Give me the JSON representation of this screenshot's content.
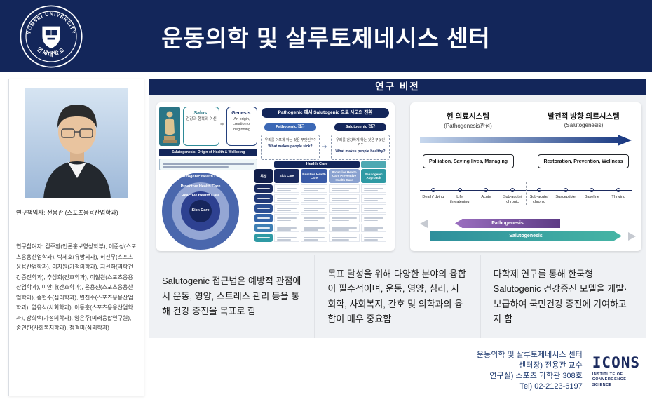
{
  "header": {
    "title": "운동의학 및 살루토제네시스 센터",
    "logo_top": "YONSEI UNIVERSITY",
    "logo_bottom": "연세대학교"
  },
  "sidebar": {
    "pi": "연구책임자: 전용관 (스포츠응용산업학과)",
    "participants": "연구참여자: 김주환(언론홍보영상학부), 이준성(스포츠응용산업학과), 박세호(유방외과), 허진무(스포츠응용산업학과), 이지원(가정의학과), 지선하(역학건강증진학과), 추상희(간호학과), 이철원(스포츠응용산업학과), 이안나(간호학과), 윤용진(스포츠응용산업학과), 송현주(심리학과), 변진수(스포츠응용산업학과), 염유식(사회학과), 이동훈(스포츠응용산업학과), 강희택(가정의학과), 양은주(미래융합연구원), 송인한(사회복지학과), 정경미(심리학과)"
  },
  "vision": {
    "title": "연구 비전"
  },
  "icons": {
    "plus": "+",
    "arrow_right": "➔"
  },
  "figure_left": {
    "salus_title": "Salus:",
    "salus_sub": "건강과 행복의 여신",
    "genesis_title": "Genesis:",
    "genesis_sub": "An origin, creation or beginning",
    "banner": "Salutogenesis: Origin of Health & Wellbeing",
    "shift_title": "Pathogenic 에서 Salutogenic 으로 사고의 전환",
    "pathogenic_label": "Pathogenic 접근",
    "salutogenic_label": "Salutogenic 접근",
    "pathogenic_q_ko": "우리를 아프게 하는 것은 무엇인가?",
    "pathogenic_q_en": "What makes people sick?",
    "salutogenic_q_ko": "우리를 건강하게 하는 것은 무엇인가?",
    "salutogenic_q_en": "What makes people healthy?",
    "circles": [
      "Salutogenic Health Care",
      "Proactive Health Care",
      "Reactive Health Care",
      "Sick Care"
    ],
    "table": {
      "supercol": "Health Care",
      "row_head": "특징",
      "columns": [
        "Sick Care",
        "Reactive Health Care",
        "Proactive Health Care Preventive Health Care",
        "Salutogenic Approach"
      ]
    }
  },
  "figure_right": {
    "left_title": "현 의료시스템",
    "left_sub": "(Pathogenesis관점)",
    "right_title": "발전적 방향 의료시스템",
    "right_sub": "(Salutogenesis)",
    "left_box": "Palliation, Saving lives, Managing",
    "right_box": "Restoration, Prevention, Wellness",
    "timeline": [
      "Death/ dying",
      "Life threatening",
      "Acute",
      "Sub-acute/ chronic",
      "Sub-acute/ chronic",
      "Susceptible",
      "Baseline",
      "Thriving"
    ],
    "bar_pathogenesis": "Pathogenesis",
    "bar_salutogenesis": "Salutogenesis"
  },
  "points": [
    "Salutogenic 접근법은 예방적 관점에서 운동, 영양, 스트레스 관리 등을 통해 건강 증진을 목표로 함",
    "목표 달성을 위해 다양한 분야의 융합이 필수적이며, 운동, 영양, 심리, 사회학, 사회복지, 간호 및 의학과의 융합이 매우 중요함",
    "다학제 연구를 통해 한국형 Salutogenic 건강증진 모델을 개발·보급하여 국민건강 증진에 기여하고자 함"
  ],
  "footer": {
    "lines": [
      "운동의학 및 살루토제네시스 센터",
      "센터장) 전용관 교수",
      "연구실) 스포츠 과학관 308호",
      "Tel) 02-2123-6197"
    ],
    "logo_text": "ICONS",
    "logo_sub1": "INSTITUTE OF",
    "logo_sub2": "CONVERGENCE",
    "logo_sub3": "SCIENCE"
  },
  "colors": {
    "navy": "#13265a",
    "teal": "#2f9aa4",
    "purple": "#5d3b85",
    "panel_gray": "#eff1f4"
  }
}
